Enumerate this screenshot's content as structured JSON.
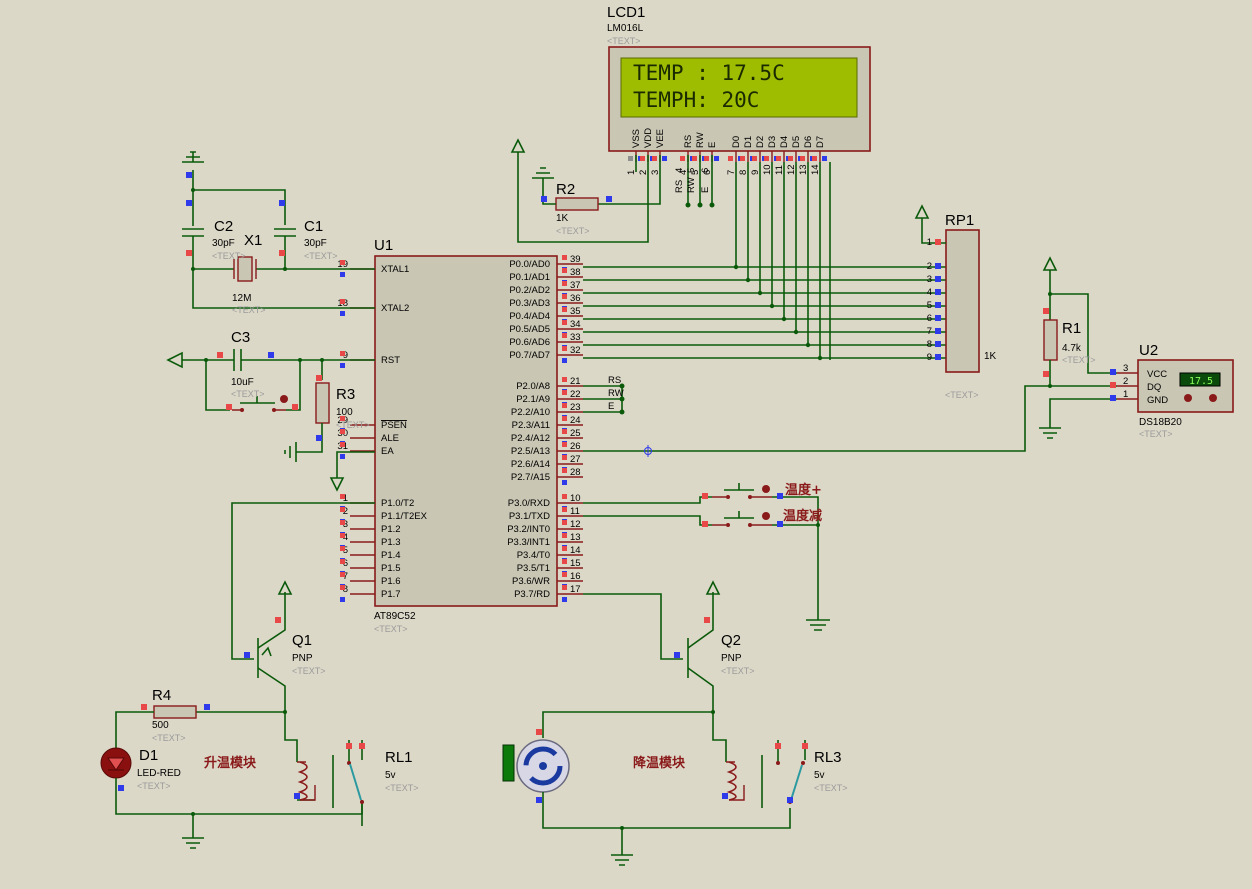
{
  "lcd": {
    "ref": "LCD1",
    "model": "LM016L",
    "text_tag": "<TEXT>",
    "line1": "TEMP : 17.5C",
    "line2": "TEMPH: 20C",
    "pins": [
      "VSS",
      "VDD",
      "VEE",
      "RS",
      "RW",
      "E",
      "D0",
      "D1",
      "D2",
      "D3",
      "D4",
      "D5",
      "D6",
      "D7"
    ],
    "pin_nums": [
      "1",
      "2",
      "3",
      "4",
      "5",
      "6",
      "7",
      "8",
      "9",
      "10",
      "11",
      "12",
      "13",
      "14"
    ]
  },
  "mcu": {
    "ref": "U1",
    "model": "AT89C52",
    "text_tag": "<TEXT>",
    "left_pins": [
      [
        "19",
        "XTAL1"
      ],
      [
        "18",
        "XTAL2"
      ],
      [
        "9",
        "RST"
      ],
      [
        "29",
        "PSEN"
      ],
      [
        "30",
        "ALE"
      ],
      [
        "31",
        "EA"
      ],
      [
        "1",
        "P1.0/T2"
      ],
      [
        "2",
        "P1.1/T2EX"
      ],
      [
        "3",
        "P1.2"
      ],
      [
        "4",
        "P1.3"
      ],
      [
        "5",
        "P1.4"
      ],
      [
        "6",
        "P1.5"
      ],
      [
        "7",
        "P1.6"
      ],
      [
        "8",
        "P1.7"
      ]
    ],
    "right_pins": [
      [
        "39",
        "P0.0/AD0"
      ],
      [
        "38",
        "P0.1/AD1"
      ],
      [
        "37",
        "P0.2/AD2"
      ],
      [
        "36",
        "P0.3/AD3"
      ],
      [
        "35",
        "P0.4/AD4"
      ],
      [
        "34",
        "P0.5/AD5"
      ],
      [
        "33",
        "P0.6/AD6"
      ],
      [
        "32",
        "P0.7/AD7"
      ],
      [
        "21",
        "P2.0/A8"
      ],
      [
        "22",
        "P2.1/A9"
      ],
      [
        "23",
        "P2.2/A10"
      ],
      [
        "24",
        "P2.3/A11"
      ],
      [
        "25",
        "P2.4/A12"
      ],
      [
        "26",
        "P2.5/A13"
      ],
      [
        "27",
        "P2.6/A14"
      ],
      [
        "28",
        "P2.7/A15"
      ],
      [
        "10",
        "P3.0/RXD"
      ],
      [
        "11",
        "P3.1/TXD"
      ],
      [
        "12",
        "P3.2/INT0"
      ],
      [
        "13",
        "P3.3/INT1"
      ],
      [
        "14",
        "P3.4/T0"
      ],
      [
        "15",
        "P3.5/T1"
      ],
      [
        "16",
        "P3.6/WR"
      ],
      [
        "17",
        "P3.7/RD"
      ]
    ]
  },
  "parts": {
    "c2": {
      "ref": "C2",
      "val": "30pF",
      "tag": "<TEXT>"
    },
    "c1": {
      "ref": "C1",
      "val": "30pF",
      "tag": "<TEXT>"
    },
    "x1": {
      "ref": "X1",
      "val": "12M",
      "tag": "<TEXT>"
    },
    "c3": {
      "ref": "C3",
      "val": "10uF",
      "tag": "<TEXT>"
    },
    "r3": {
      "ref": "R3",
      "val": "100",
      "tag": "<TEXT>"
    },
    "r2": {
      "ref": "R2",
      "val": "1K",
      "tag": "<TEXT>"
    },
    "rp1": {
      "ref": "RP1",
      "val": "1K",
      "tag": "<TEXT>",
      "pins": [
        "1",
        "2",
        "3",
        "4",
        "5",
        "6",
        "7",
        "8",
        "9"
      ]
    },
    "r1": {
      "ref": "R1",
      "val": "4.7k",
      "tag": "<TEXT>"
    },
    "u2": {
      "ref": "U2",
      "model": "DS18B20",
      "tag": "<TEXT>",
      "reading": "17.5",
      "pins": [
        "VCC",
        "DQ",
        "GND"
      ],
      "pin_nums": [
        "3",
        "2",
        "1"
      ]
    },
    "q1": {
      "ref": "Q1",
      "val": "PNP",
      "tag": "<TEXT>"
    },
    "q2": {
      "ref": "Q2",
      "val": "PNP",
      "tag": "<TEXT>"
    },
    "r4": {
      "ref": "R4",
      "val": "500",
      "tag": "<TEXT>"
    },
    "d1": {
      "ref": "D1",
      "val": "LED-RED",
      "tag": "<TEXT>"
    },
    "rl1": {
      "ref": "RL1",
      "val": "5v",
      "tag": "<TEXT>"
    },
    "rl3": {
      "ref": "RL3",
      "val": "5v",
      "tag": "<TEXT>"
    }
  },
  "net_labels": {
    "rs": "RS",
    "rw": "RW",
    "e": "E"
  },
  "lcd_stub_labels": [
    "RS",
    "RW",
    "E"
  ],
  "lcd_stub_nums": [
    "4",
    "5",
    "6"
  ],
  "labels": {
    "temp_up": "温度+",
    "temp_down": "温度减",
    "heat_module": "升温模块",
    "cool_module": "降温模块"
  }
}
